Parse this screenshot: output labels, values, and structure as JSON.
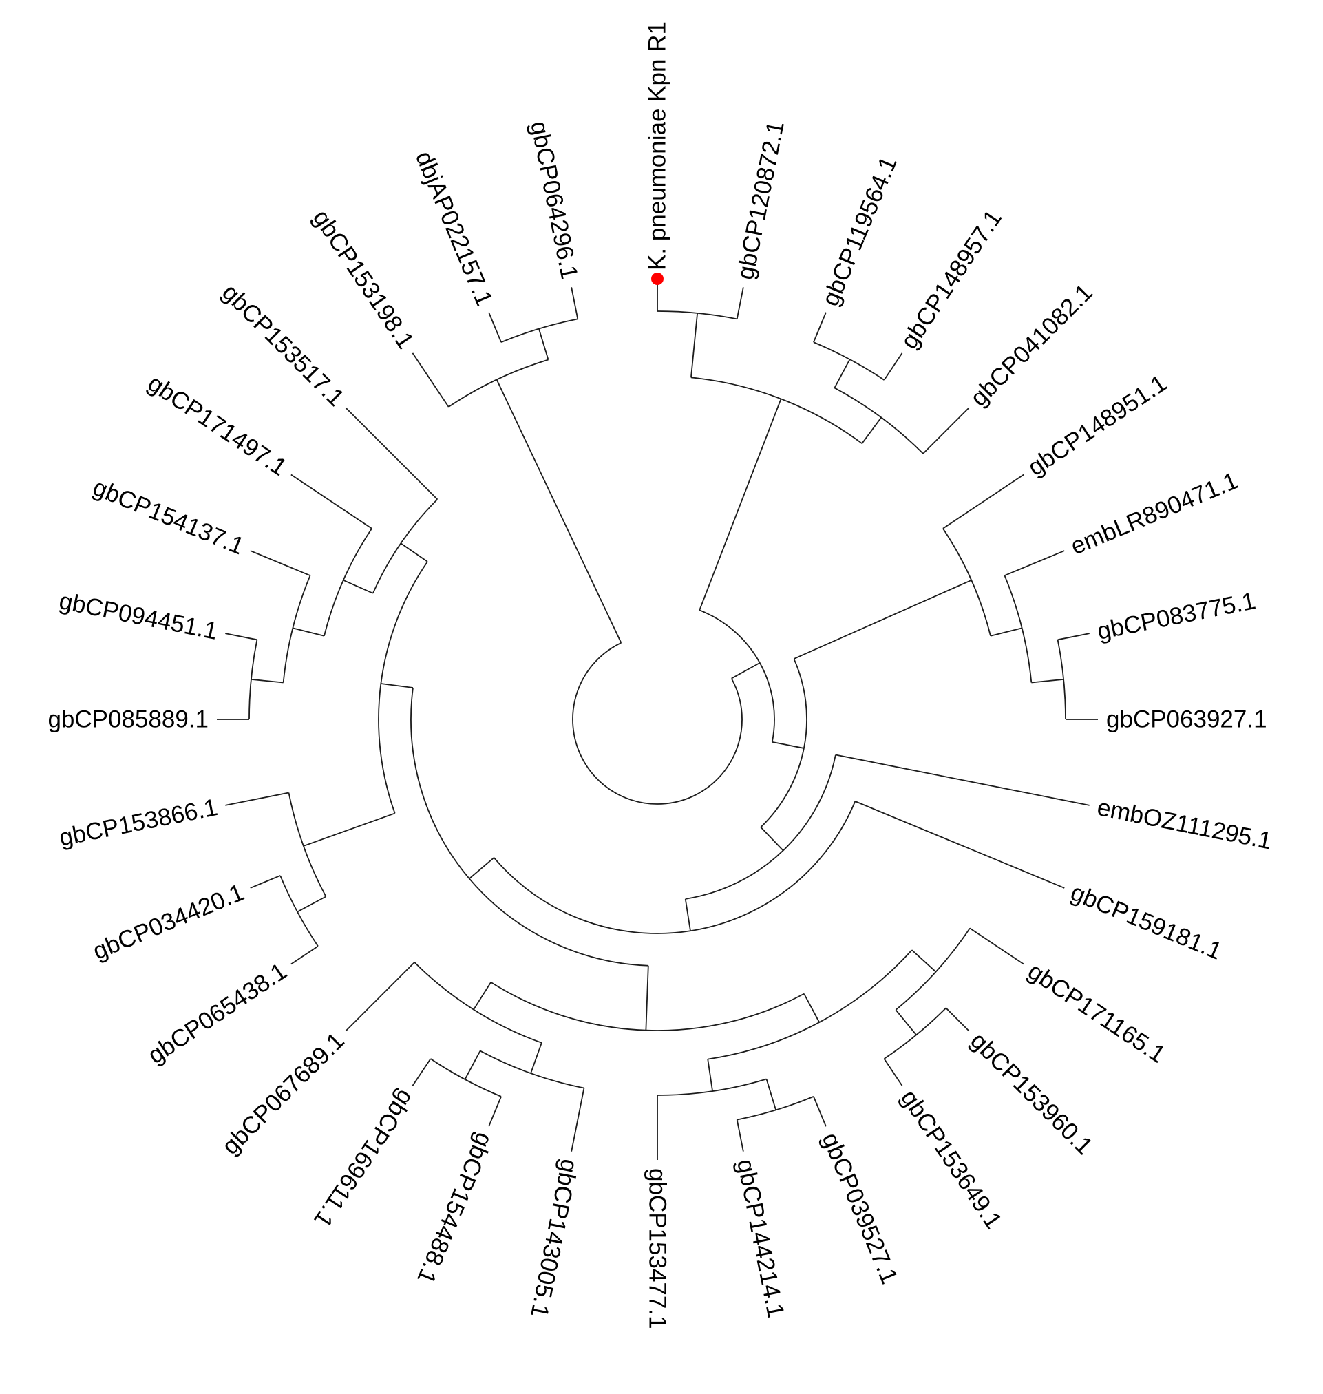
{
  "figure": {
    "type": "circular-cladogram-phylogenetic-tree",
    "background_color": "#ffffff",
    "branch_color": "#1c1c1c",
    "label_color": "#000000",
    "highlight_color": "#ff0000",
    "highlighted_taxon": "K. pneumoniae Kpn R1",
    "taxa_clockwise_from_top": [
      "K. pneumoniae Kpn R1",
      "gbCP120872.1",
      "gbCP119564.1",
      "gbCP148957.1",
      "gbCP041082.1",
      "gbCP148951.1",
      "embLR890471.1",
      "gbCP083775.1",
      "gbCP063927.1",
      "embOZ111295.1",
      "gbCP159181.1",
      "gbCP171165.1",
      "gbCP153960.1",
      "gbCP153649.1",
      "gbCP039527.1",
      "gbCP144214.1",
      "gbCP153477.1",
      "gbCP143005.1",
      "gbCP154488.1",
      "gbCP169611.1",
      "gbCP067689.1",
      "gbCP065438.1",
      "gbCP034420.1",
      "gbCP153866.1",
      "gbCP085889.1",
      "gbCP094451.1",
      "gbCP154137.1",
      "gbCP171497.1",
      "gbCP153517.1",
      "gbCP153198.1",
      "dbjAP022157.1",
      "gbCP064296.1"
    ],
    "tree": [
      [
        [
          [
            "K. pneumoniae Kpn R1",
            "gbCP120872.1"
          ],
          [
            [
              "gbCP119564.1",
              "gbCP148957.1"
            ],
            "gbCP041082.1"
          ]
        ],
        [
          [
            "gbCP148951.1",
            [
              "embLR890471.1",
              [
                "gbCP083775.1",
                "gbCP063927.1"
              ]
            ]
          ],
          [
            "embOZ111295.1",
            [
              "gbCP159181.1",
              [
                [
                  [
                    [
                      "gbCP171165.1",
                      [
                        "gbCP153960.1",
                        "gbCP153649.1"
                      ]
                    ],
                    [
                      [
                        "gbCP039527.1",
                        "gbCP144214.1"
                      ],
                      "gbCP153477.1"
                    ]
                  ],
                  [
                    [
                      "gbCP143005.1",
                      [
                        "gbCP154488.1",
                        "gbCP169611.1"
                      ]
                    ],
                    "gbCP067689.1"
                  ]
                ],
                [
                  [
                    [
                      "gbCP065438.1",
                      "gbCP034420.1"
                    ],
                    "gbCP153866.1"
                  ],
                  [
                    [
                      [
                        [
                          "gbCP085889.1",
                          "gbCP094451.1"
                        ],
                        "gbCP154137.1"
                      ],
                      "gbCP171497.1"
                    ],
                    "gbCP153517.1"
                  ]
                ]
              ]
            ]
          ]
        ]
      ],
      [
        "gbCP153198.1",
        [
          "dbjAP022157.1",
          "gbCP064296.1"
        ]
      ]
    ]
  }
}
